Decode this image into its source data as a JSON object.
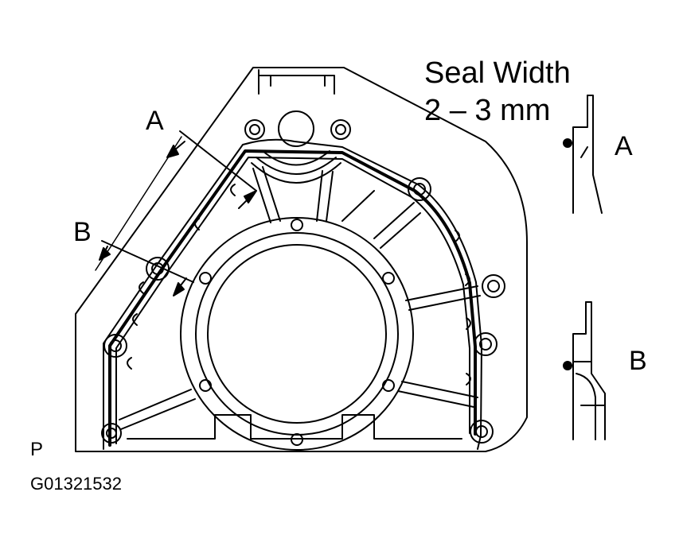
{
  "spec": {
    "title": "Seal Width",
    "value": "2 – 3 mm"
  },
  "callouts": {
    "section_a": "A",
    "section_b": "B"
  },
  "details": {
    "detail_a": "A",
    "detail_b": "B"
  },
  "footer": {
    "marker": "P",
    "figure_code": "G01321532"
  },
  "colors": {
    "ink": "#000000",
    "paper": "#ffffff"
  }
}
